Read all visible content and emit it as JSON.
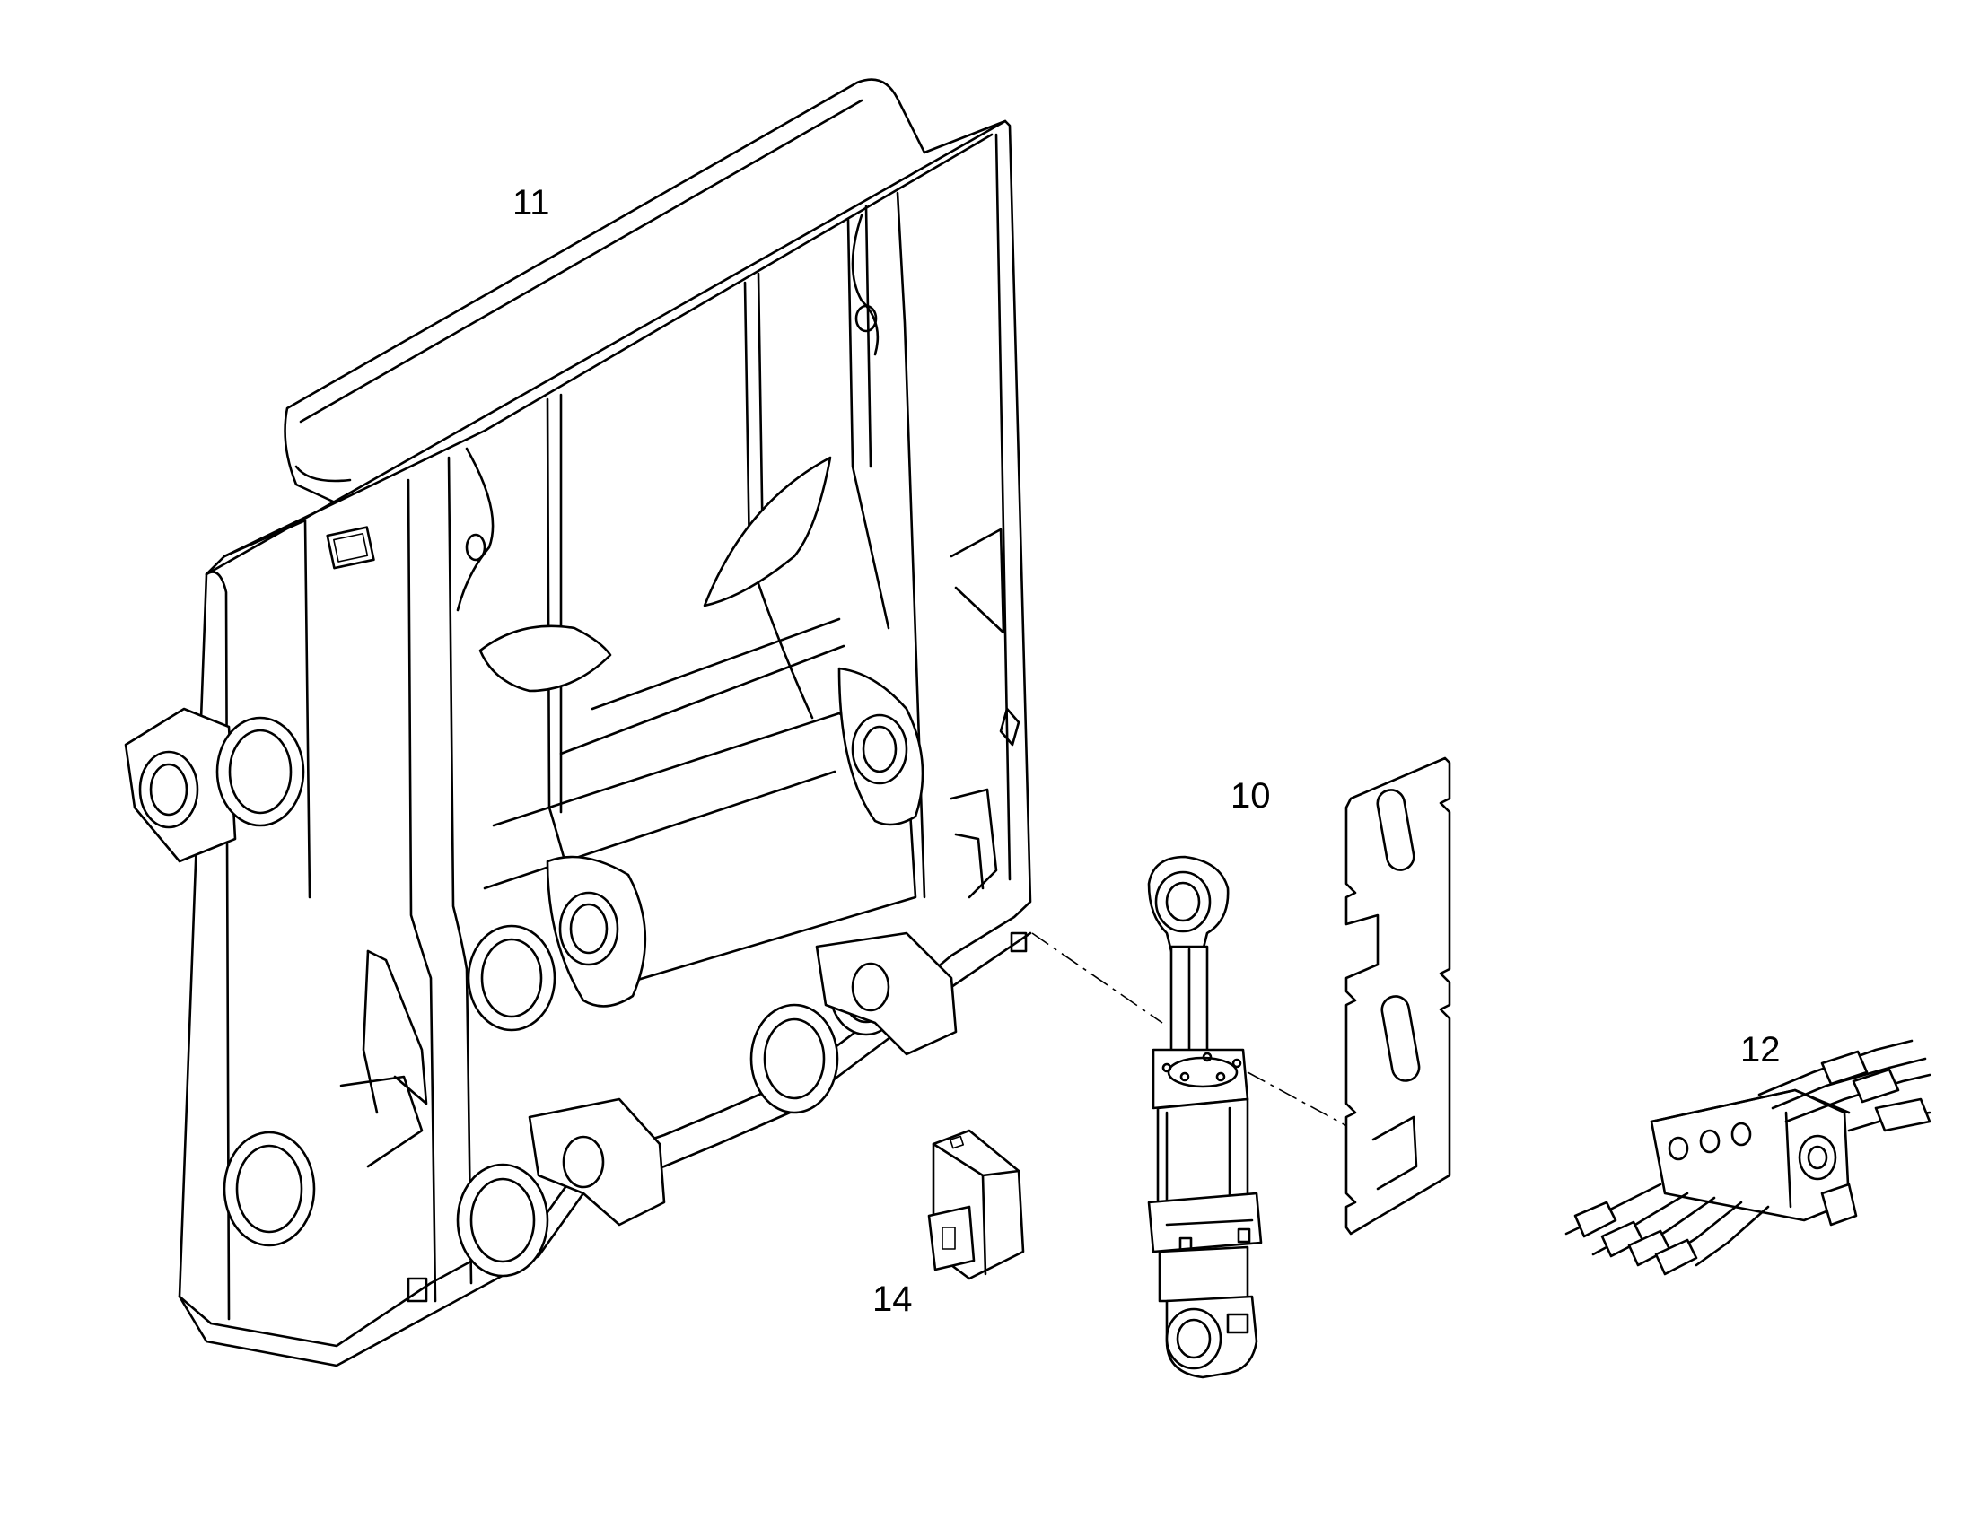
{
  "callouts": {
    "frame": "11",
    "cylinder": "10",
    "valve_block": "12",
    "bracket": "14"
  },
  "colors": {
    "line": "#000000",
    "background": "#ffffff"
  }
}
